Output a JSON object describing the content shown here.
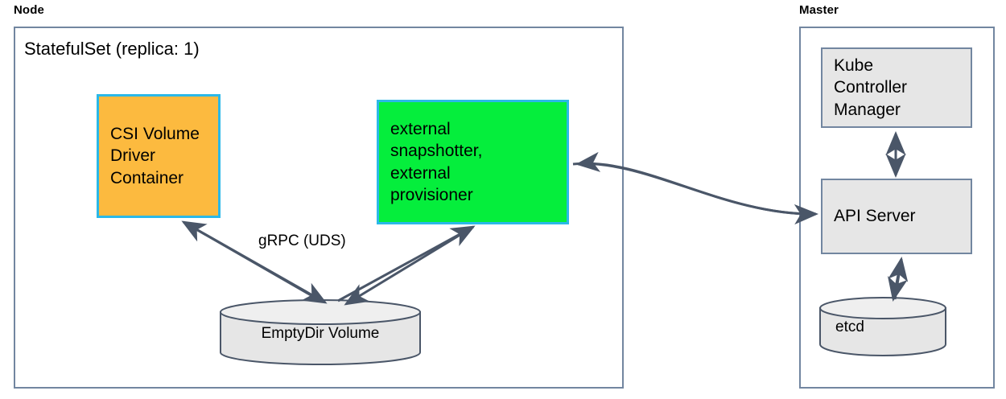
{
  "diagram": {
    "title_node": "Node",
    "title_master": "Master",
    "stateful_set_title": "StatefulSet (replica: 1)",
    "colors": {
      "orange_fill": "#FCBA3F",
      "green_fill": "#05EE3C",
      "accent_border": "#2BB8E8",
      "grey_fill": "#E6E6E6",
      "outline": "#7286a0",
      "arrow": "#4A5668"
    }
  },
  "node": {
    "label": "Node",
    "statefulset": {
      "title": "StatefulSet (replica: 1)",
      "csi_driver": {
        "line1": "CSI Volume",
        "line2": "Driver",
        "line3": "Container"
      },
      "external_components": {
        "line1": "external",
        "line2": "snapshotter,",
        "line3": "external",
        "line4": "provisioner"
      },
      "volume": {
        "label": "EmptyDir Volume"
      },
      "grpc_edge_label": "gRPC (UDS)"
    }
  },
  "master": {
    "label": "Master",
    "kube_controller_manager": {
      "line1": "Kube",
      "line2": "Controller",
      "line3": "Manager"
    },
    "api_server": {
      "label": "API Server"
    },
    "etcd": {
      "label": "etcd"
    }
  }
}
